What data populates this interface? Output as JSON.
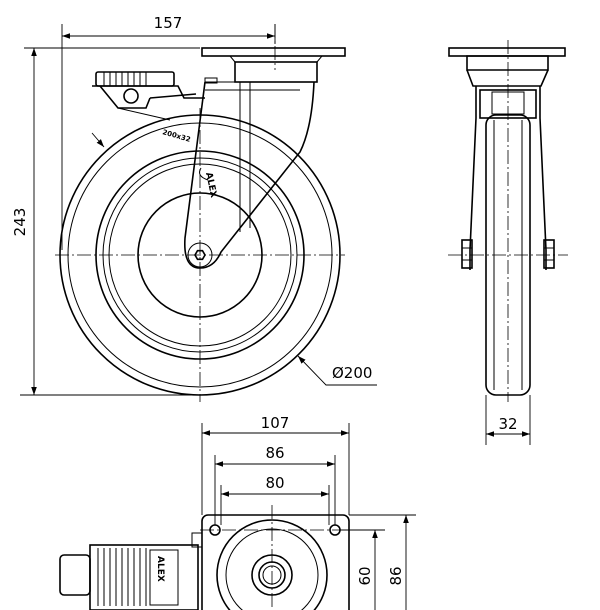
{
  "dimensions": {
    "swivel_offset": "157",
    "total_height": "243",
    "wheel_diameter": "Ø200",
    "wheel_width": "32",
    "plate_width": "107",
    "plate_inner": "86",
    "hole_spacing_x": "80",
    "hole_spacing_y": "60",
    "plate_depth": "86"
  },
  "labels": {
    "tyre_marking": "200x32",
    "brand_logo": "ALEX",
    "brand_plate": "ALEX"
  }
}
